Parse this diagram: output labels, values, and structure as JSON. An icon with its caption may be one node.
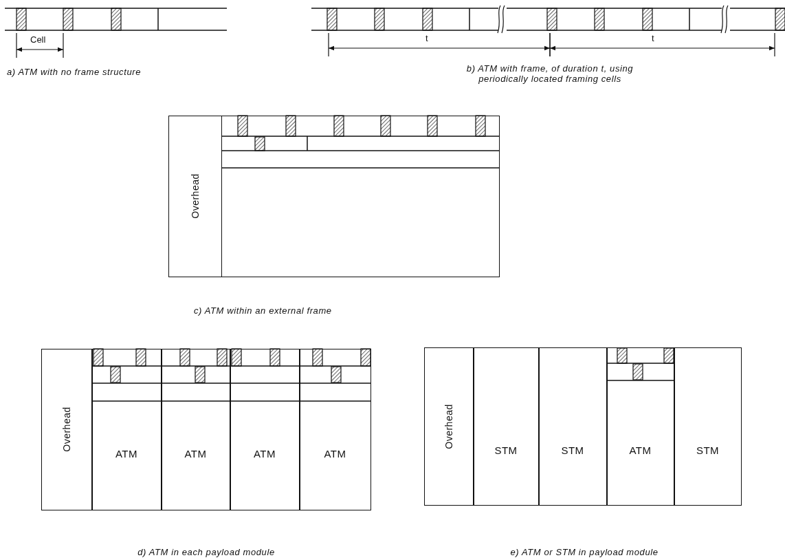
{
  "diagram": {
    "nodes": [
      {
        "text": [],
        "shape": "box"
      },
      {
        "text": [
          "Overhead"
        ],
        "in": 0
      },
      {
        "text": [],
        "shape": "box"
      },
      {
        "text": [
          "Overhead"
        ],
        "in": 2
      },
      {
        "text": [
          "ATM"
        ],
        "in": 2
      },
      {
        "text": [
          "ATM"
        ],
        "in": 2
      },
      {
        "text": [
          "ATM"
        ],
        "in": 2
      },
      {
        "text": [
          "ATM"
        ],
        "in": 2
      },
      {
        "text": [],
        "shape": "box"
      },
      {
        "text": [
          "Overhead"
        ],
        "in": 8
      },
      {
        "text": [
          "STM"
        ],
        "in": 8
      },
      {
        "text": [
          "STM"
        ],
        "in": 8
      },
      {
        "text": [
          "ATM"
        ],
        "in": 8
      },
      {
        "text": [
          "STM"
        ],
        "in": 8
      }
    ],
    "edges": [],
    "labels": [
      "Cell",
      "t",
      "t",
      "a) ATM with no frame structure",
      "b) ATM with frame, of duration t, using periodically located framing cells",
      "c) ATM within an external frame",
      "d) ATM in each payload module",
      "e) ATM or STM in payload module"
    ]
  }
}
